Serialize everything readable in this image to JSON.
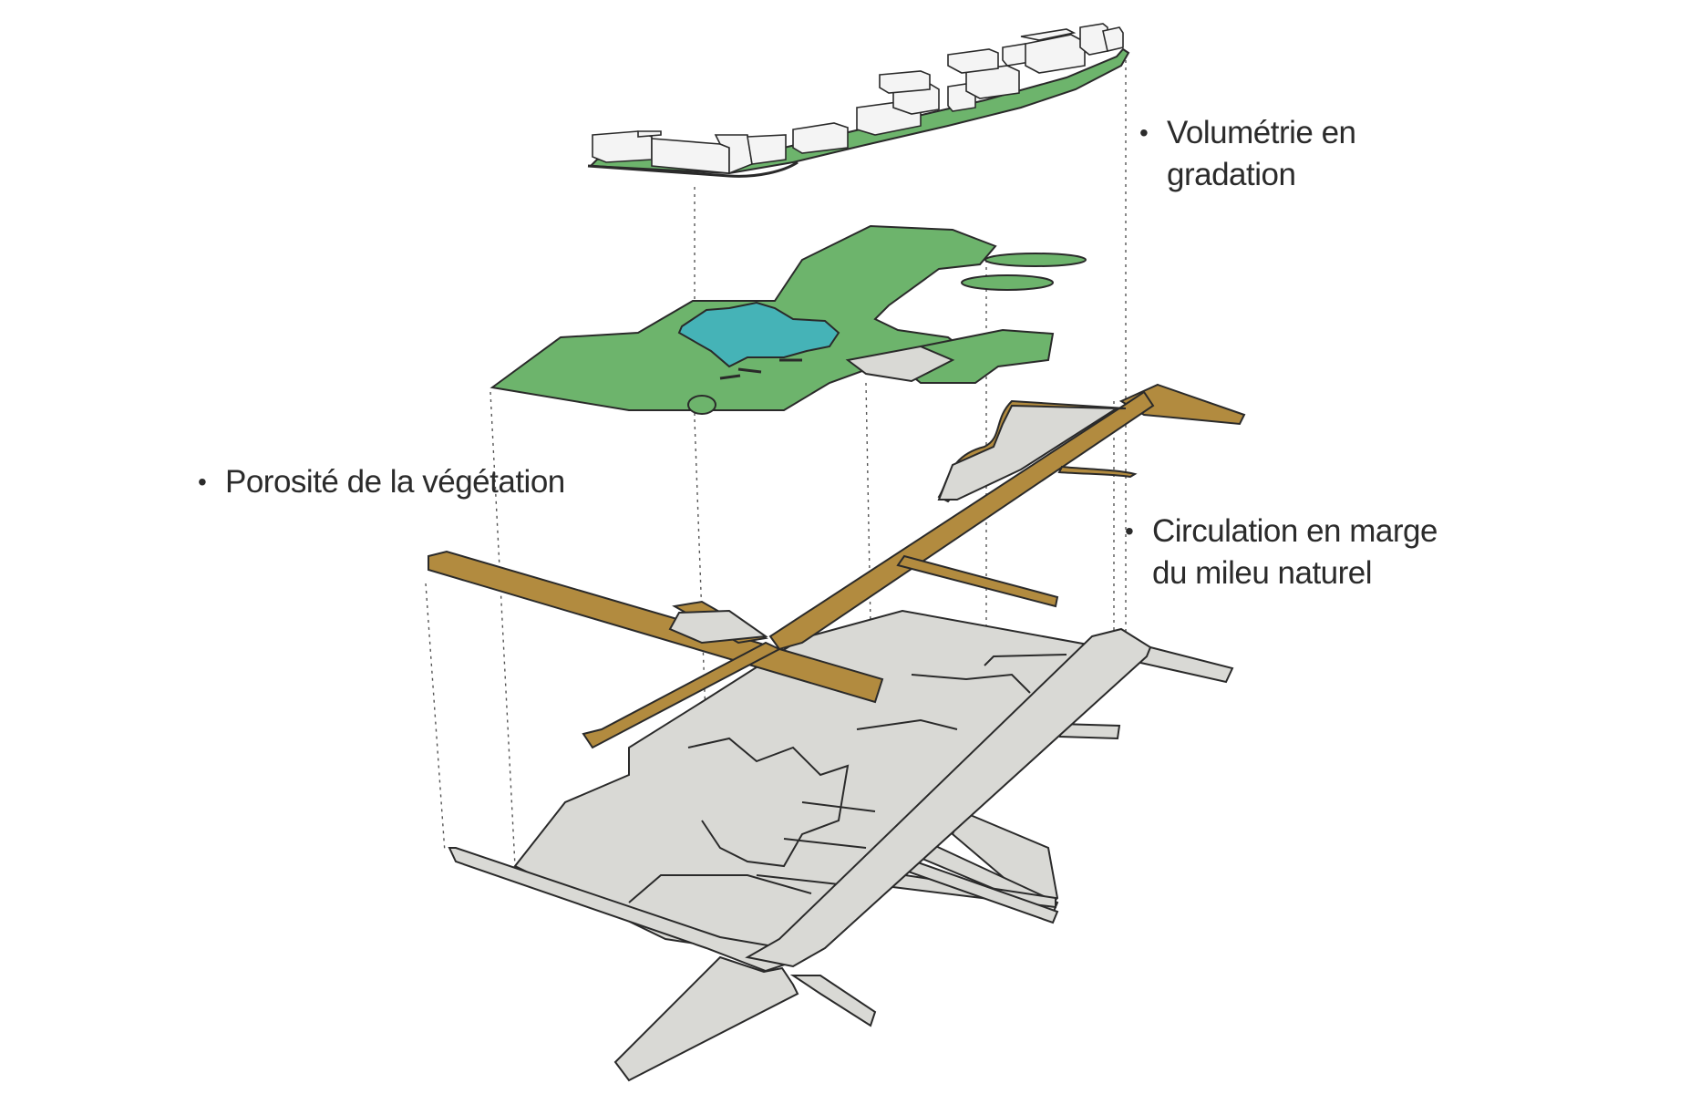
{
  "labels": {
    "volumetrie": {
      "bullet": "•",
      "line1": "Volumétrie en",
      "line2": "gradation"
    },
    "porosite": {
      "bullet": "•",
      "line1": "Porosité de la végétation"
    },
    "circulation": {
      "bullet": "•",
      "line1": "Circulation en marge",
      "line2": "du mileu naturel"
    }
  },
  "colors": {
    "vegetation": "#6db46c",
    "water": "#45b3b7",
    "path": "#b28b3f",
    "ground": "#d9d9d5",
    "outline": "#2a2a2a",
    "buildings": "#f4f4f4"
  }
}
